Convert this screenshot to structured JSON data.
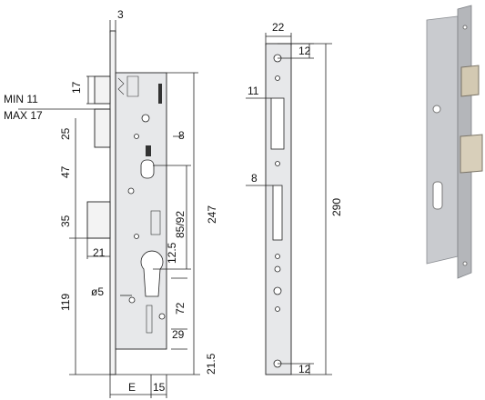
{
  "dimensions": {
    "front": {
      "top_thickness": "3",
      "min": "MIN 11",
      "max": "MAX 17",
      "latch_height": "17",
      "bolt_height": "25",
      "spacing_47": "47",
      "deadbolt_height": "35",
      "deadbolt_projection": "21",
      "bottom_119": "119",
      "hole_8": "8",
      "centre_85_92": "85/92",
      "total_247": "247",
      "cyl_12_5": "12.5",
      "pin_5": "ø5",
      "cyl_72": "72",
      "cyl_29": "29",
      "bottom_21_5": "21.5",
      "backset": "E",
      "face_15": "15"
    },
    "side": {
      "width_22": "22",
      "top_12": "12",
      "slot_11": "11",
      "slot_8": "8",
      "total_290": "290",
      "bottom_12": "12"
    }
  }
}
